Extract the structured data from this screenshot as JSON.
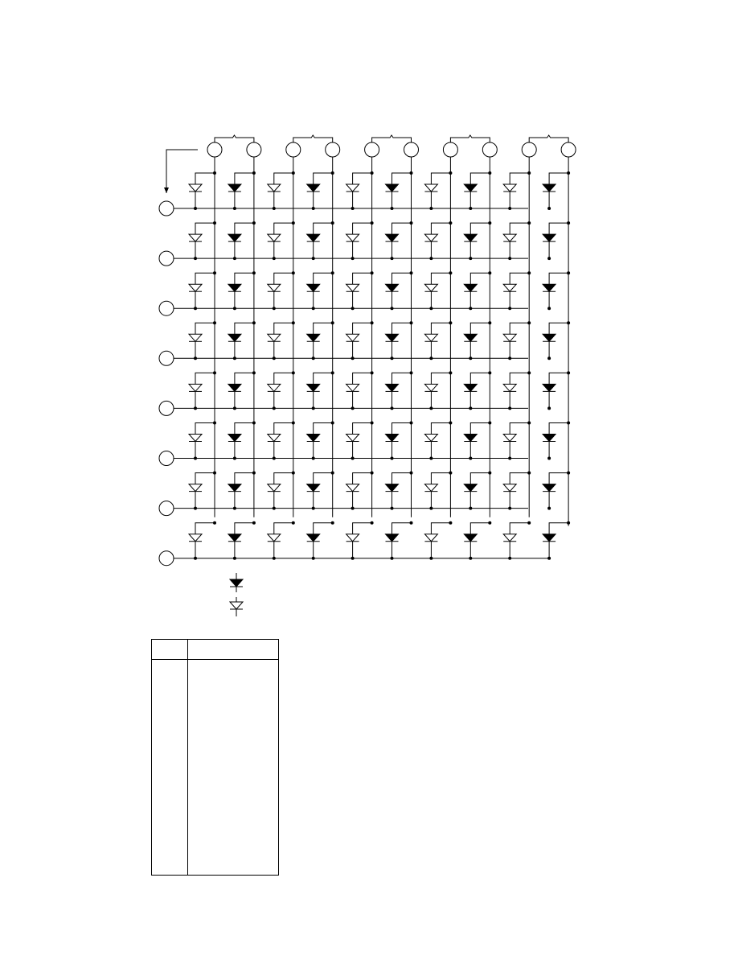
{
  "colors": {
    "ink": "#000000",
    "paper": "#ffffff"
  },
  "matrix": {
    "column_pairs": 5,
    "rows": 8,
    "columns": 10,
    "led_pattern": [
      "outline",
      "filled",
      "outline",
      "filled",
      "outline",
      "filled",
      "outline",
      "filled",
      "outline",
      "filled"
    ]
  },
  "legend": {
    "symbols": [
      "led-filled-icon",
      "led-outline-icon"
    ]
  },
  "pin_table": {
    "header": {
      "pin": "",
      "function": ""
    },
    "rows": []
  }
}
